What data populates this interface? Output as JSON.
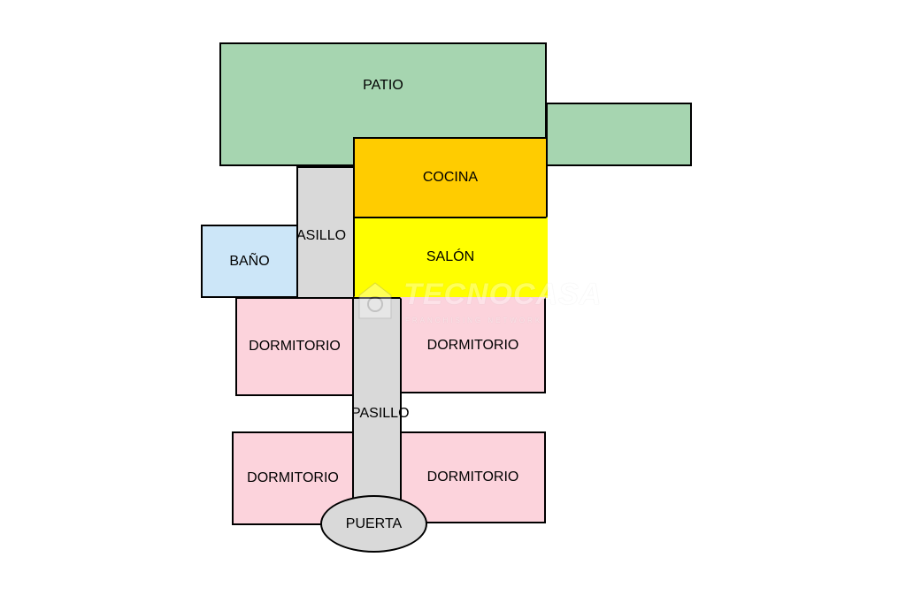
{
  "colors": {
    "patio": "#a6d5b0",
    "cocina": "#ffcc00",
    "salon": "#ffff00",
    "pasillo": "#d9d9d9",
    "bano": "#cce6f8",
    "dormitorio": "#fcd3dc",
    "puerta": "#d9d9d9"
  },
  "rooms": {
    "patio": "PATIO",
    "cocina": "COCINA",
    "salon": "SALÓN",
    "bano": "BAÑO",
    "pasillo_top": "ASILLO",
    "pasillo_bottom": "PASILLO",
    "dormitorio_1": "DORMITORIO",
    "dormitorio_2": "DORMITORIO",
    "dormitorio_3": "DORMITORIO",
    "dormitorio_4": "DORMITORIO",
    "puerta": "PUERTA"
  },
  "watermark": {
    "brand": "TECNOCASA",
    "tagline": "FRANCHISING NETWORK"
  }
}
